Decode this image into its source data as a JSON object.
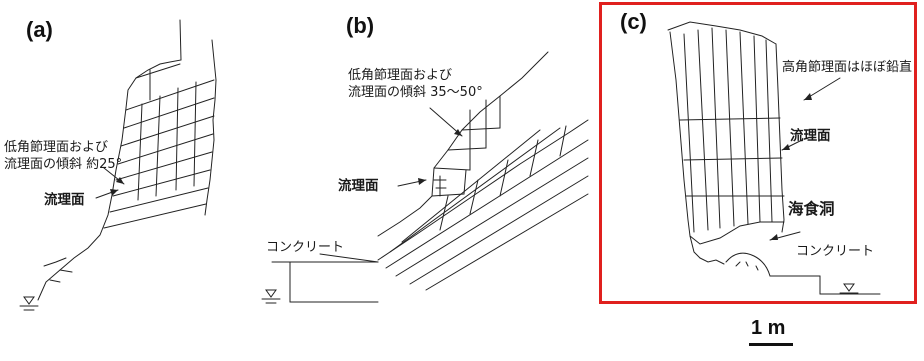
{
  "panels": {
    "a": {
      "letter": "(a)",
      "dip_label_line1": "低角節理面および",
      "dip_label_line2": "流理面の傾斜 約25°",
      "flow_label": "流理面"
    },
    "b": {
      "letter": "(b)",
      "dip_label_line1": "低角節理面および",
      "dip_label_line2": "流理面の傾斜 35～50°",
      "flow_label": "流理面",
      "concrete_label": "コンクリート"
    },
    "c": {
      "letter": "(c)",
      "joint_label": "高角節理面はほぼ鉛直",
      "flow_label": "流理面",
      "cave_label": "海食洞",
      "concrete_label": "コンクリート",
      "highlight_color": "#e0201e"
    }
  },
  "scale_bar": {
    "label": "1 m"
  },
  "icons": [
    "water-level-icon"
  ]
}
